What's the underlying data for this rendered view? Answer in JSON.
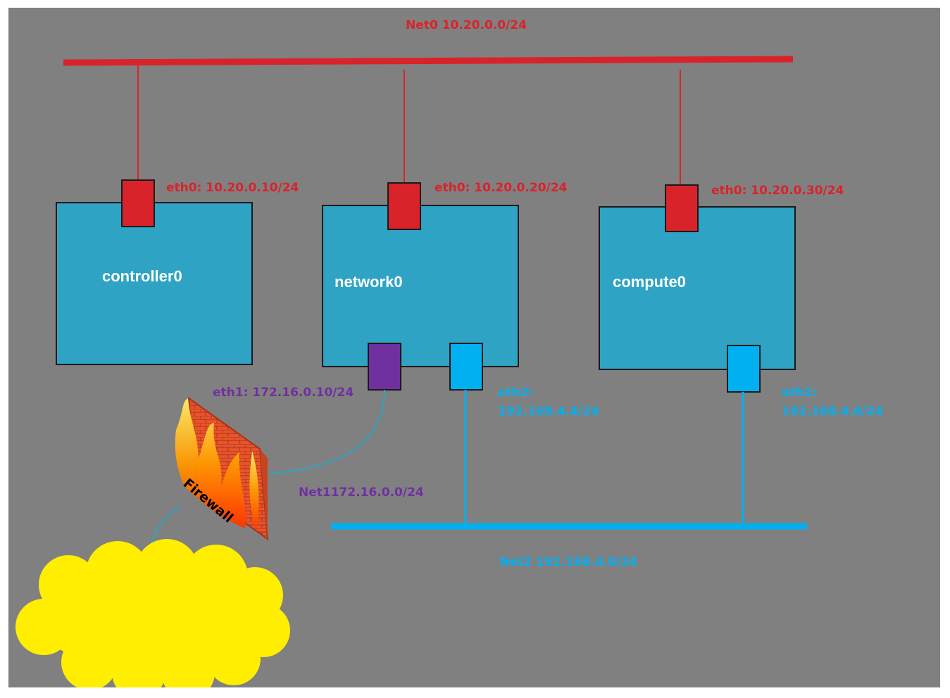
{
  "net0": {
    "label": "Net0 10.20.0.0/24",
    "color": "#d9232b"
  },
  "net1": {
    "label": "Net1172.16.0.0/24",
    "color": "#7030a0"
  },
  "net2": {
    "label": "Net2 192.168.4.0/24",
    "color": "#00b0f0"
  },
  "nodes": [
    {
      "name": "controller0",
      "eth0": "eth0:  10.20.0.10/24"
    },
    {
      "name": "network0",
      "eth0": "eth0:  10.20.0.20/24",
      "eth1": "eth1:  172.16.0.10/24",
      "eth2_name": "eth2:",
      "eth2_ip": "192.168.4.4/24"
    },
    {
      "name": "compute0",
      "eth0": "eth0:  10.20.0.30/24",
      "eth2_name": "eth2:",
      "eth2_ip": "192.168.4.6/24"
    }
  ],
  "firewall": {
    "label": "Firewall"
  },
  "colors": {
    "background": "#808080",
    "node_fill": "#2ea3c4",
    "cloud": "#ffee00"
  }
}
